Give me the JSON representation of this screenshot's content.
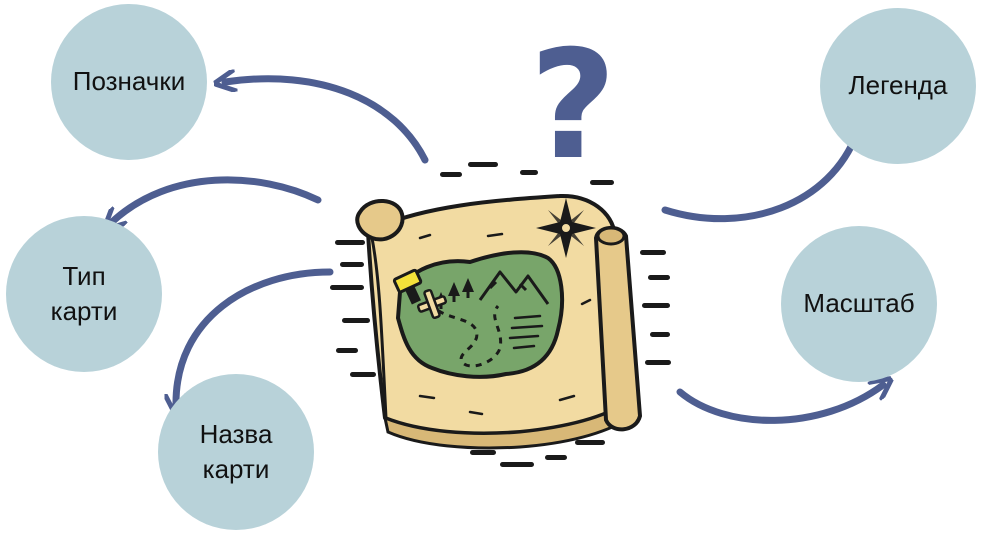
{
  "diagram": {
    "center_symbol": "?",
    "bubbles": [
      {
        "id": "poznachky",
        "label": "Позначки"
      },
      {
        "id": "typ",
        "label": "Тип\nкарти"
      },
      {
        "id": "nazva",
        "label": "Назва\nкарти"
      },
      {
        "id": "lehenda",
        "label": "Легенда"
      },
      {
        "id": "masshtab",
        "label": "Масштаб"
      }
    ]
  },
  "colors": {
    "bubble": "#b8d2d9",
    "arrow": "#4e5e91",
    "question_mark": "#4e5e91",
    "parchment": "#f2dba2",
    "parchment_shadow": "#d8b877",
    "map_green": "#78a56a",
    "outline": "#1a1a1a"
  }
}
